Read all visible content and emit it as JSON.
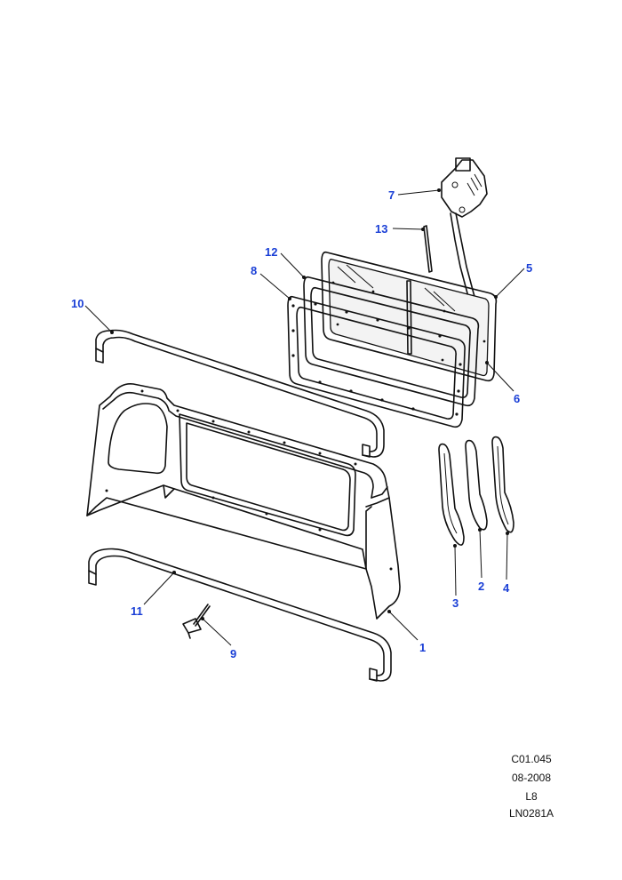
{
  "callouts": [
    {
      "id": "c1",
      "label": "1"
    },
    {
      "id": "c2",
      "label": "2"
    },
    {
      "id": "c3",
      "label": "3"
    },
    {
      "id": "c4",
      "label": "4"
    },
    {
      "id": "c5",
      "label": "5"
    },
    {
      "id": "c6",
      "label": "6"
    },
    {
      "id": "c7",
      "label": "7"
    },
    {
      "id": "c8",
      "label": "8"
    },
    {
      "id": "c9",
      "label": "9"
    },
    {
      "id": "c10",
      "label": "10"
    },
    {
      "id": "c11",
      "label": "11"
    },
    {
      "id": "c12",
      "label": "12"
    },
    {
      "id": "c13",
      "label": "13"
    }
  ],
  "meta": {
    "code": "C01.045",
    "date": "08-2008",
    "section": "L8",
    "ref": "LN0281A"
  },
  "colors": {
    "callout": "#1a3fd6",
    "line": "#111111"
  }
}
